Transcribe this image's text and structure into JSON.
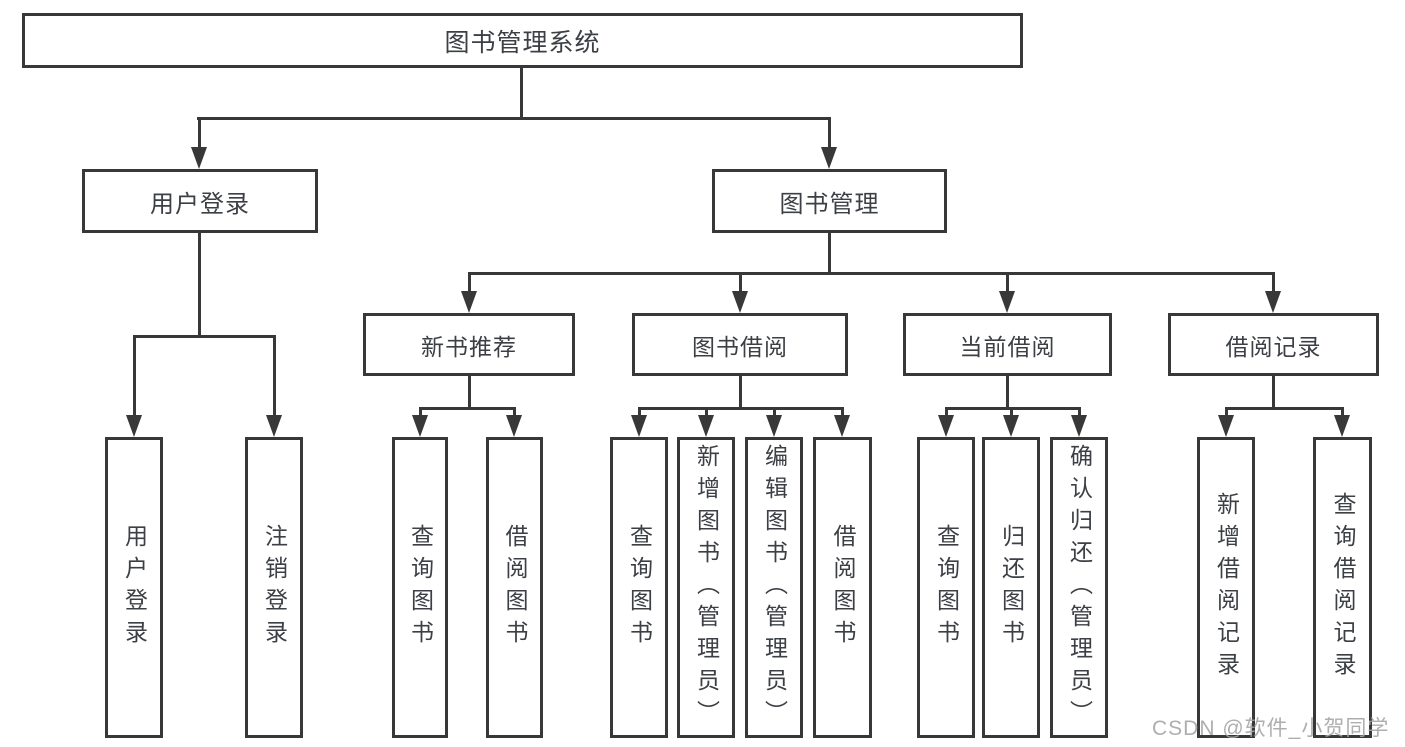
{
  "diagram": {
    "root": {
      "label": "图书管理系统"
    },
    "branches": [
      {
        "label": "用户登录",
        "children": [
          {
            "label": "用户登录"
          },
          {
            "label": "注销登录"
          }
        ]
      },
      {
        "label": "图书管理",
        "groups": [
          {
            "label": "新书推荐",
            "children": [
              {
                "label": "查询图书"
              },
              {
                "label": "借阅图书"
              }
            ]
          },
          {
            "label": "图书借阅",
            "children": [
              {
                "label": "查询图书"
              },
              {
                "label": "新增图书（管理员）"
              },
              {
                "label": "编辑图书（管理员）"
              },
              {
                "label": "借阅图书"
              }
            ]
          },
          {
            "label": "当前借阅",
            "children": [
              {
                "label": "查询图书"
              },
              {
                "label": "归还图书"
              },
              {
                "label": "确认归还（管理员）"
              }
            ]
          },
          {
            "label": "借阅记录",
            "children": [
              {
                "label": "新增借阅记录"
              },
              {
                "label": "查询借阅记录"
              }
            ]
          }
        ]
      }
    ]
  },
  "watermark": {
    "text": "CSDN @软件_小贺同学"
  },
  "colors": {
    "line": "#383838",
    "text": "#3c4045",
    "box_background": "#ffffff",
    "page_background": "#ffffff",
    "watermark": "#a5a5a5"
  }
}
